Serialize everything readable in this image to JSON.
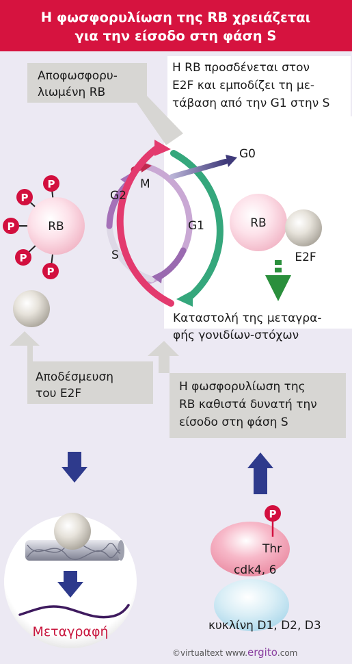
{
  "title": {
    "line1": "Η φωσφορυλίωση της RB χρειάζεται",
    "line2": "για την είσοδο στη φάση S"
  },
  "callouts": {
    "dephospho_rb": [
      "Αποφωσφορυ-",
      "λιωμένη RB"
    ],
    "rb_binds_e2f": [
      "Η RB προσδένεται στον",
      "E2F και εμποδίζει τη με-",
      "τάβαση από την G1 στην S"
    ],
    "repression": [
      "Καταστολή της μεταγρα-",
      "φής γονιδίων-στόχων"
    ],
    "e2f_release": [
      "Αποδέσμευση",
      "του E2F"
    ],
    "phospho_allows_s": [
      "Η φωσφορυλίωση της",
      "RB καθιστά δυνατή την",
      "είσοδο στη φάση S"
    ]
  },
  "cycle": {
    "g0": "G0",
    "m": "M",
    "g2": "G2",
    "g1": "G1",
    "s": "S"
  },
  "molecules": {
    "rb_phospho": "RB",
    "rb_bound": "RB",
    "e2f": "E2F",
    "phosphate": "P",
    "thr": "Thr",
    "cdk": "cdk4, 6",
    "cyclin": "κυκλίνη D1, D2, D3"
  },
  "transcription_label": "Μεταγραφή",
  "copyright": {
    "prefix": "©virtualtext  www.",
    "brand": "ergito",
    "suffix": ".com"
  },
  "colors": {
    "title_bg": "#d6133f",
    "cycle_pink": "#e33a6e",
    "cycle_green": "#35a77c",
    "cycle_purple": "#9a6ab0",
    "phosphate_red": "#d20f3e",
    "arrow_blue": "#2e3a8c",
    "arrow_green": "#2a8f3c",
    "callout_grey": "#d7d6d3"
  }
}
